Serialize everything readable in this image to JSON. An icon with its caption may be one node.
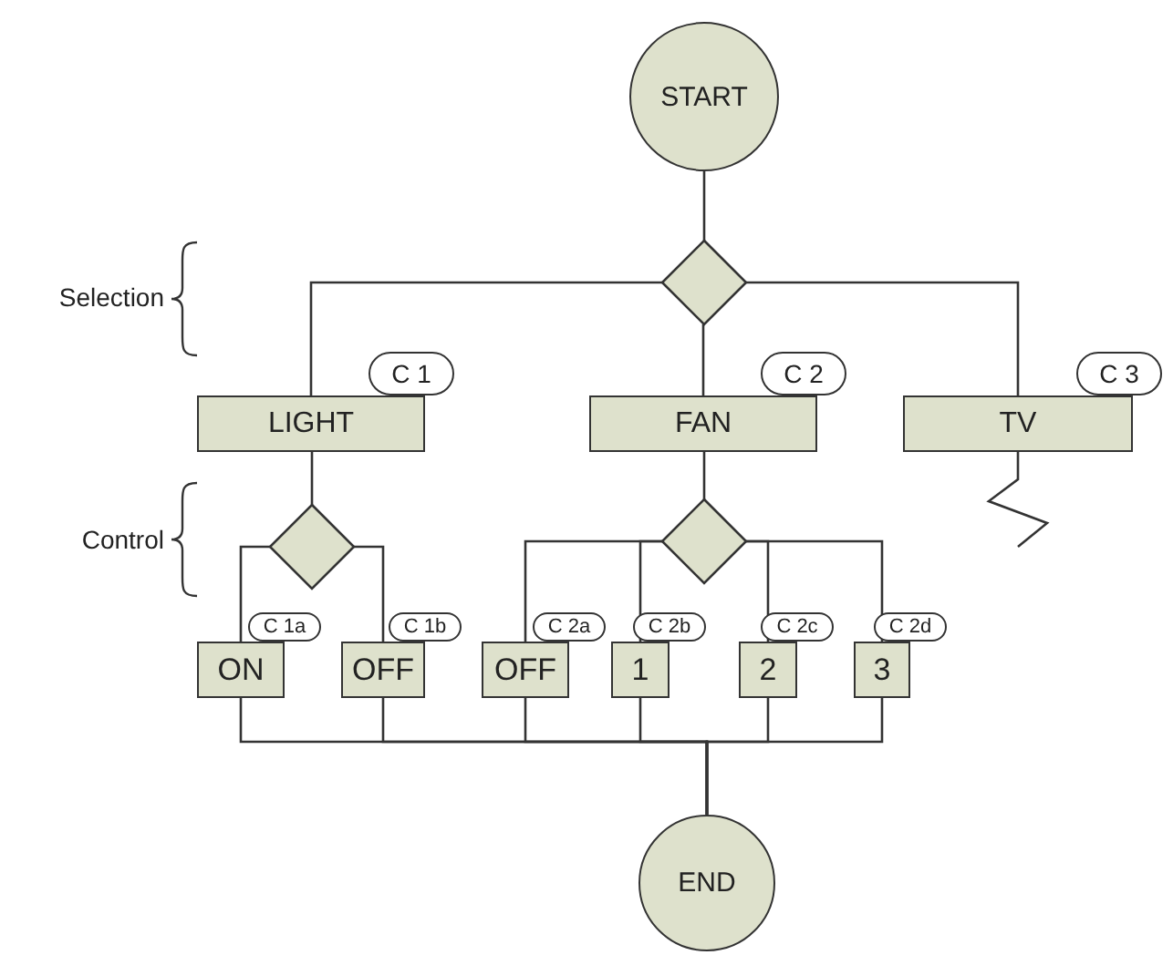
{
  "diagram": {
    "nodes": [
      {
        "text": [
          "START"
        ]
      },
      {
        "text": [],
        "shape": "diamond"
      },
      {
        "text": [
          "LIGHT"
        ],
        "beside": [
          "C 1"
        ]
      },
      {
        "text": [
          "FAN"
        ],
        "beside": [
          "C 2"
        ]
      },
      {
        "text": [
          "TV"
        ],
        "beside": [
          "C 3"
        ]
      },
      {
        "text": [],
        "shape": "diamond"
      },
      {
        "text": [],
        "shape": "diamond"
      },
      {
        "text": [
          "ON"
        ],
        "beside": [
          "C 1a"
        ]
      },
      {
        "text": [
          "OFF"
        ],
        "beside": [
          "C 1b"
        ]
      },
      {
        "text": [
          "OFF"
        ],
        "beside": [
          "C 2a"
        ]
      },
      {
        "text": [
          "1"
        ],
        "beside": [
          "C 2b"
        ]
      },
      {
        "text": [
          "2"
        ],
        "beside": [
          "C 2c"
        ]
      },
      {
        "text": [
          "3"
        ],
        "beside": [
          "C 2d"
        ]
      },
      {
        "text": [
          "END"
        ]
      }
    ],
    "edges": [
      {
        "from": 0,
        "to": 1,
        "arrow": "none"
      },
      {
        "from": 1,
        "to": 2,
        "arrow": "none"
      },
      {
        "from": 1,
        "to": 3,
        "arrow": "none"
      },
      {
        "from": 1,
        "to": 4,
        "arrow": "none"
      },
      {
        "from": 2,
        "to": 5,
        "arrow": "none"
      },
      {
        "from": 3,
        "to": 6,
        "arrow": "none"
      },
      {
        "from": 4,
        "to": null,
        "arrow": "none"
      },
      {
        "from": 5,
        "to": 7,
        "arrow": "none"
      },
      {
        "from": 5,
        "to": 8,
        "arrow": "none"
      },
      {
        "from": 6,
        "to": 9,
        "arrow": "none"
      },
      {
        "from": 6,
        "to": 10,
        "arrow": "none"
      },
      {
        "from": 6,
        "to": 11,
        "arrow": "none"
      },
      {
        "from": 6,
        "to": 12,
        "arrow": "none"
      },
      {
        "from": 7,
        "to": 13,
        "arrow": "none"
      },
      {
        "from": 8,
        "to": 13,
        "arrow": "none"
      },
      {
        "from": 9,
        "to": 13,
        "arrow": "none"
      },
      {
        "from": 10,
        "to": 13,
        "arrow": "none"
      },
      {
        "from": 11,
        "to": 13,
        "arrow": "none"
      },
      {
        "from": 12,
        "to": 13,
        "arrow": "none"
      }
    ],
    "labels": [
      "Selection",
      "Control"
    ]
  }
}
